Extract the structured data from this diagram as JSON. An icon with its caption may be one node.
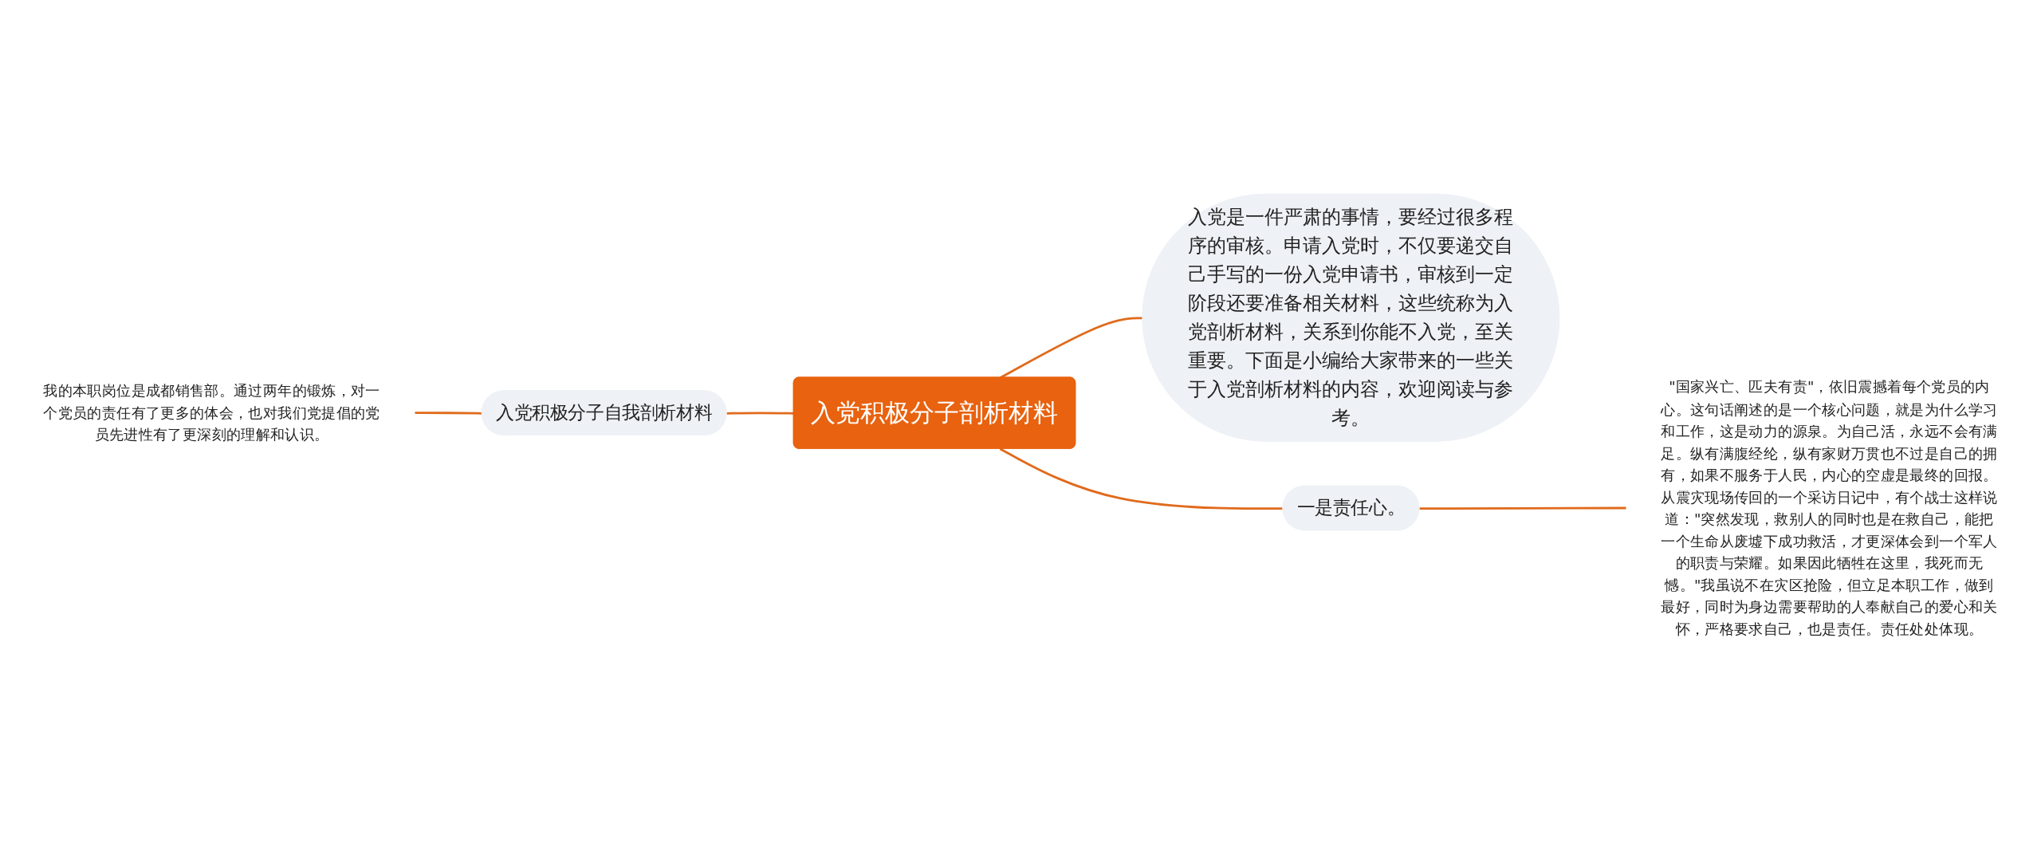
{
  "diagram": {
    "nodes": [
      {
        "text": [
          "入党积极分子剖析材料"
        ]
      },
      {
        "text": [
          "入党是一件严肃的事情，要经过很多程序的审核。申请入党时，不仅要递交自己手写的一份入党申请书，审核到一定阶段还要准备相关材料，这些统称为入党剖析材料，关系到你能不入党，至关重要。下面是小编给大家带来的一些关于入党剖析材料的内容，欢迎阅读与参考。"
        ]
      },
      {
        "text": [
          "入党积极分子自我剖析材料"
        ]
      },
      {
        "text": [
          "我的本职岗位是成都销售部。通过两年的锻炼，对一个党员的责任有了更多的体会，也对我们党提倡的党员先进性有了更深刻的理解和认识。"
        ]
      },
      {
        "text": [
          "一是责任心。"
        ]
      },
      {
        "text": [
          "\"国家兴亡、匹夫有责\"，依旧震撼着每个党员的内心。这句话阐述的是一个核心问题，就是为什么学习和工作，这是动力的源泉。为自己活，永远不会有满足。纵有满腹经纶，纵有家财万贯也不过是自己的拥有，如果不服务于人民，内心的空虚是最终的回报。从震灾现场传回的一个采访日记中，有个战士这样说道：\"突然发现，救别人的同时也是在救自己，能把一个生命从废墟下成功救活，才更深体会到一个军人的职责与荣耀。如果因此牺牲在这里，我死而无憾。\"我虽说不在灾区抢险，但立足本职工作，做到最好，同时为身边需要帮助的人奉献自己的爱心和关怀，严格要求自己，也是责任。责任处处体现。"
        ]
      }
    ],
    "edges": [
      {
        "from": 2,
        "to": 0,
        "arrow": "none"
      },
      {
        "from": 3,
        "to": 2,
        "arrow": "none"
      },
      {
        "from": 0,
        "to": 1,
        "arrow": "none"
      },
      {
        "from": 0,
        "to": 4,
        "arrow": "none"
      },
      {
        "from": 4,
        "to": 5,
        "arrow": "none"
      }
    ]
  }
}
